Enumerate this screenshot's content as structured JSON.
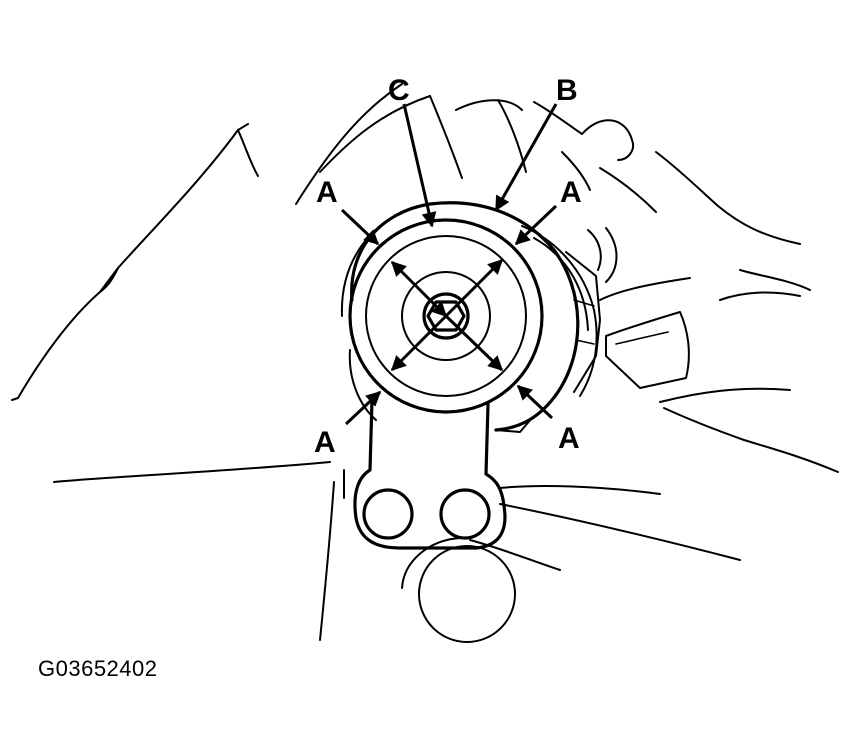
{
  "diagram": {
    "labels": {
      "a_top_left": "A",
      "a_top_right": "A",
      "a_bottom_left": "A",
      "a_bottom_right": "A",
      "b": "B",
      "c": "C"
    },
    "figure_id": "G03652402"
  }
}
